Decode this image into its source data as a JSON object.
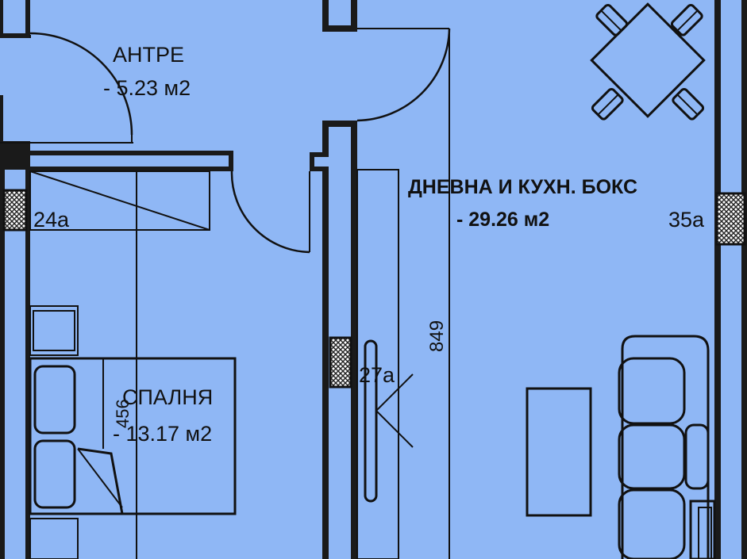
{
  "colors": {
    "floor": "#8fb7f5",
    "wall": "#1a1a1a",
    "line": "#111111"
  },
  "rooms": {
    "entrance": {
      "name": "АНТРЕ",
      "area": "- 5.23 м2"
    },
    "living": {
      "name": "ДНЕВНА И КУХН. БОКС",
      "area": "- 29.26 м2"
    },
    "bedroom": {
      "name": "СПАЛНЯ",
      "area": "- 13.17 м2"
    }
  },
  "markers": {
    "left_column": "24а",
    "right_column": "35а",
    "center_column": "27а"
  },
  "dimensions": {
    "living_height": "849",
    "bedroom_width": "456"
  },
  "icons": [
    "dining-table-icon",
    "sofa-icon",
    "bed-icon",
    "door-swing-icon",
    "hatched-column-icon"
  ]
}
